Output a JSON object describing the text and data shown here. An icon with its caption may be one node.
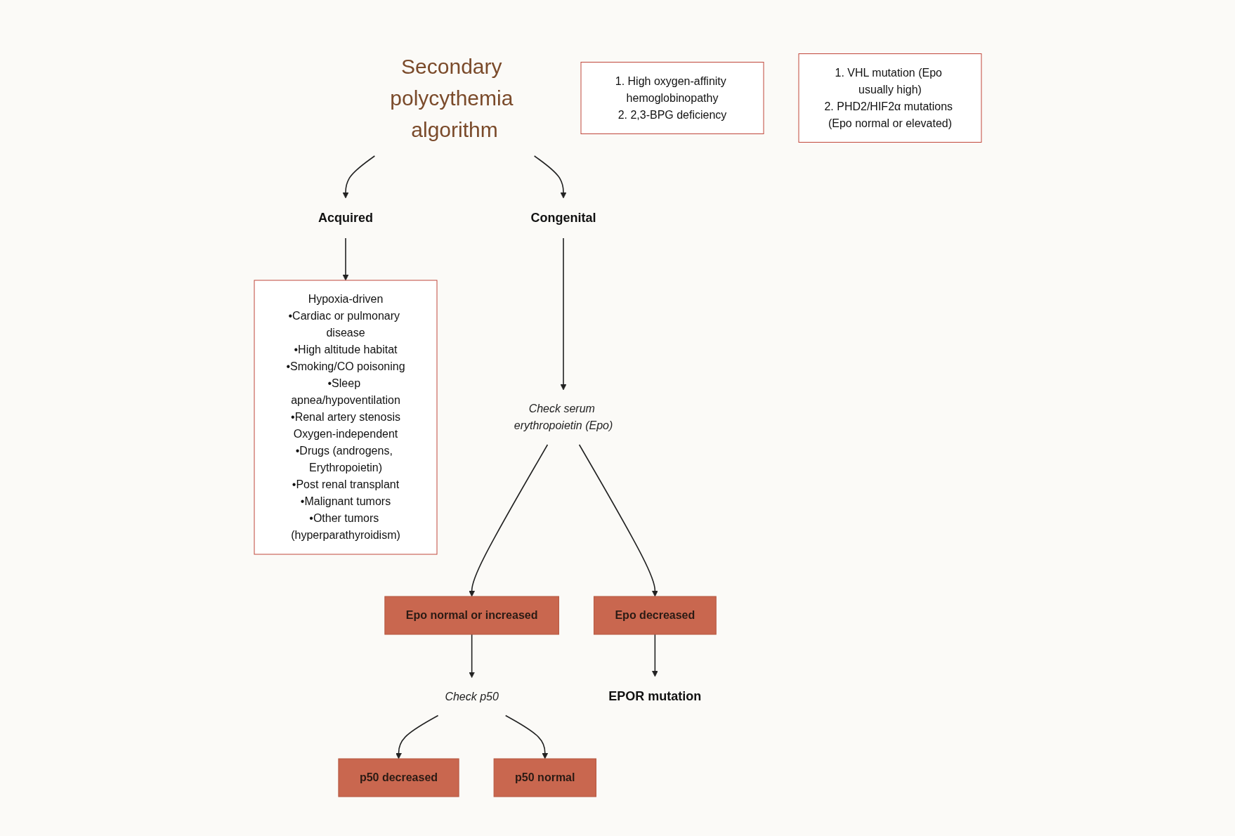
{
  "diagram": {
    "nodes": [
      {
        "text": [
          "Secondary polycythemia algorithm"
        ]
      },
      {
        "text": [
          "Congenital"
        ]
      },
      {
        "text": [
          "Acquired"
        ]
      },
      {
        "text": [
          "Hypoxia-driven",
          "•Cardiac or pulmonary disease",
          "•High altitude habitat",
          "•Smoking/CO poisoning",
          "•Sleep apnea/hypoventilation",
          "•Renal artery stenosis",
          "Oxygen-independent",
          "•Drugs (androgens, Erythropoietin)",
          "•Post renal transplant",
          "•Malignant tumors",
          "•Other tumors (hyperparathyroidism)"
        ]
      },
      {
        "text": [
          "Check serum erythropoietin (Epo)"
        ]
      },
      {
        "text": [
          "Epo normal or increased"
        ]
      },
      {
        "text": [
          "Check p50"
        ]
      },
      {
        "text": [
          "Epo decreased"
        ]
      },
      {
        "text": [
          "EPOR mutation"
        ]
      },
      {
        "text": [
          "p50 decreased"
        ]
      },
      {
        "text": [
          "p50 normal"
        ]
      },
      {
        "text": [
          "1. High oxygen-affinity hemoglobinopathy",
          "2. 2,3-BPG deficiency"
        ]
      },
      {
        "text": [
          "1. VHL mutation (Epo usually high)",
          "2. PHD2/HIF2α mutations (Epo normal or elevated)"
        ]
      }
    ],
    "edges": [
      {
        "from": 0,
        "to": 1,
        "arrow": "to"
      },
      {
        "from": 0,
        "to": 2,
        "arrow": "to"
      },
      {
        "from": 2,
        "to": 3,
        "arrow": "to"
      },
      {
        "from": 1,
        "to": 4,
        "arrow": "to"
      },
      {
        "from": 4,
        "to": 5,
        "arrow": "to"
      },
      {
        "from": 4,
        "to": 7,
        "arrow": "to"
      },
      {
        "from": 5,
        "to": 6,
        "arrow": "to"
      },
      {
        "from": 7,
        "to": 8,
        "arrow": "to"
      },
      {
        "from": 6,
        "to": 9,
        "arrow": "to"
      },
      {
        "from": 6,
        "to": 10,
        "arrow": "to"
      }
    ]
  }
}
